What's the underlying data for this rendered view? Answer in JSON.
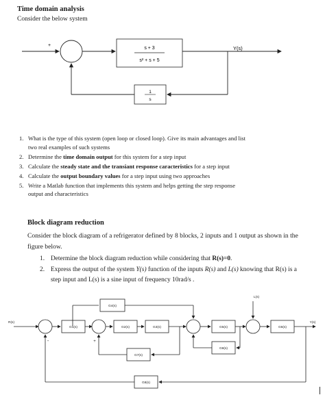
{
  "section1": {
    "title": "Time domain analysis",
    "subtitle": "Consider the below system",
    "diagram": {
      "plus_sign": "+",
      "forward_num": "s + 3",
      "forward_den": "s² + s + 5",
      "output_label": "Y(s)",
      "feedback_num": "1",
      "feedback_den": "s"
    },
    "questions": [
      {
        "num": "1.",
        "pre": "What is the type of this system (open loop or closed loop). Give its main advantages and list",
        "bold": "",
        "post": "",
        "cont": "two real examples of such systems"
      },
      {
        "num": "2.",
        "pre": "Determine the ",
        "bold": "time domain output",
        "post": " for this system for a step input",
        "cont": ""
      },
      {
        "num": "3.",
        "pre": "Calculate the ",
        "bold": "steady state and the transiant response caracteristics",
        "post": " for a step input",
        "cont": ""
      },
      {
        "num": "4.",
        "pre": "Calculate the ",
        "bold": "output boundary values",
        "post": " for a step input using two approaches",
        "cont": ""
      },
      {
        "num": "5.",
        "pre": "Write a Matlab function that implements this system and helps getting the step response",
        "bold": "",
        "post": "",
        "cont": "output and characteristics"
      }
    ]
  },
  "section2": {
    "title": "Block diagram reduction",
    "paragraph": "Consider the block diagram of a refrigerator defined by 8 blocks, 2 inputs and 1 output as shown in the figure below.",
    "items": [
      {
        "num": "1.",
        "text_pre": "Determine the block diagram reduction while considering that ",
        "bold": "R(s)=0",
        "text_post": "."
      },
      {
        "num": "2.",
        "text_pre": "Express the output of the system ",
        "i1": "Y(s)",
        "mid1": " function of the inputs ",
        "i2": "R(s)",
        "mid2": " and ",
        "i3": "L(s)",
        "text_post": " knowing that R(s) is a step input and L(s) is a sine input of frequency 10rad/s ."
      }
    ],
    "diagram": {
      "input_r": "R(s)",
      "input_l": "L(s)",
      "output_y": "Y(s)",
      "blocks": [
        "G1(s)",
        "G2(s)",
        "G3(s)",
        "G4(s)",
        "G5(s)",
        "G6(s)",
        "G7(s)",
        "G8(s)"
      ],
      "minus": "-",
      "plus": "+"
    }
  }
}
